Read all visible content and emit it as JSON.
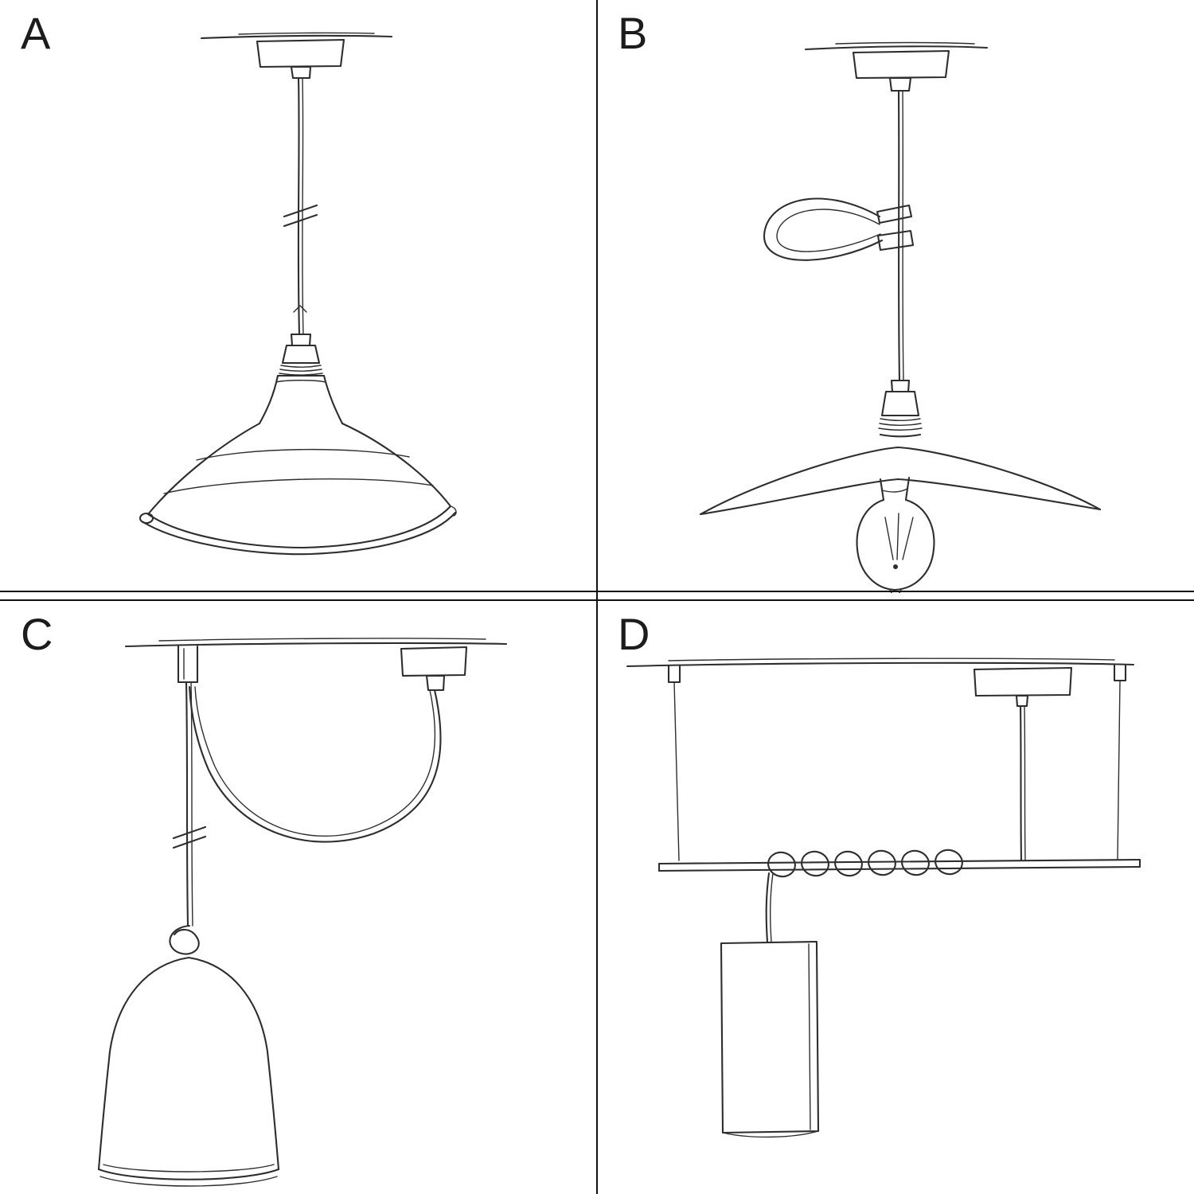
{
  "page": {
    "background": "#ffffff",
    "line_color": "#2e2e2e",
    "label_color": "#1c1c1c",
    "divider_color": "#111111"
  },
  "panels": [
    {
      "label": "A",
      "sketch": "pendant-with-industrial-bowl-shade-sketch"
    },
    {
      "label": "B",
      "sketch": "pendant-plate-shade-exposed-bulb-cable-loop-sketch"
    },
    {
      "label": "C",
      "sketch": "swag-hook-pendant-bell-shade-knot-sketch"
    },
    {
      "label": "D",
      "sketch": "ceiling-bar-coiled-cable-tube-pendant-sketch"
    }
  ]
}
